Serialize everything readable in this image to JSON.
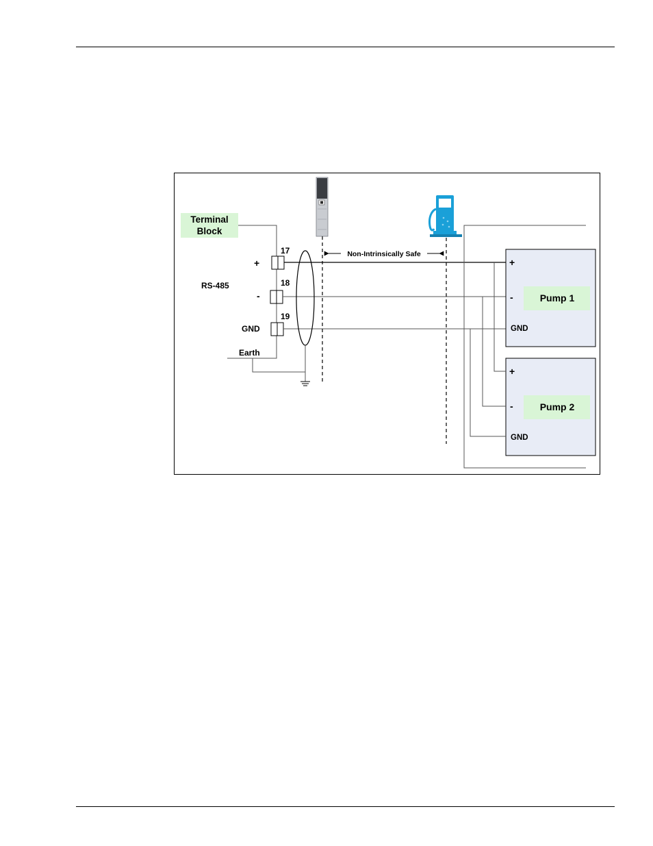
{
  "labels": {
    "terminal_block_line1": "Terminal",
    "terminal_block_line2": "Block",
    "rs485": "RS-485",
    "plus": "+",
    "minus": "-",
    "gnd": "GND",
    "earth": "Earth",
    "terminal_17": "17",
    "terminal_18": "18",
    "terminal_19": "19",
    "non_intrinsically_safe": "Non-Intrinsically Safe"
  },
  "pump1": {
    "name": "Pump 1",
    "plus": "+",
    "minus": "-",
    "gnd": "GND"
  },
  "pump2": {
    "name": "Pump 2",
    "plus": "+",
    "minus": "-",
    "gnd": "GND"
  },
  "colors": {
    "label_fill": "#d9f5d6",
    "pump_box_fill": "#e8ecf6",
    "fuel_pump_icon": "#1aa0d8",
    "wire": "#555555"
  },
  "icons": {
    "controller": "controller-unit-icon",
    "fuel_pump": "fuel-pump-icon",
    "ground": "ground-icon"
  }
}
